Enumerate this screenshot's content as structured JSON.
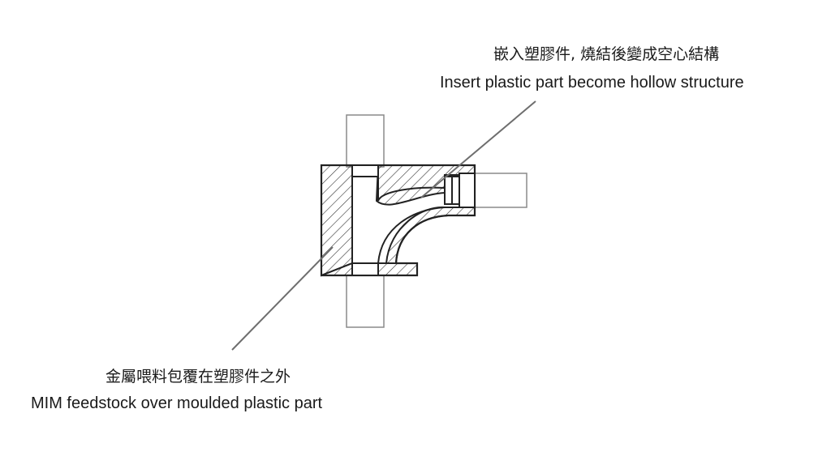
{
  "labels": {
    "insert_zh": "嵌入塑膠件, 燒結後變成空心結構",
    "insert_en": "Insert plastic part become hollow structure",
    "feedstock_zh": "金屬喂料包覆在塑膠件之外",
    "feedstock_en": "MIM feedstock over moulded plastic part"
  },
  "colors": {
    "stroke": "#222222",
    "insert_stroke": "#8a8a8a",
    "leader": "#6e6e6e",
    "background": "#ffffff"
  }
}
